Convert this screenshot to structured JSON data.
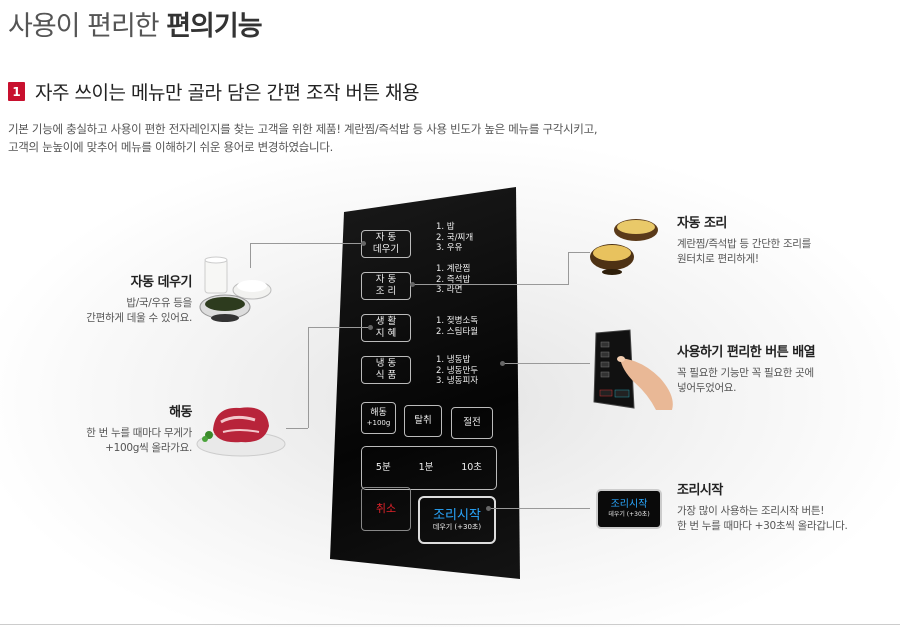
{
  "page": {
    "title_light": "사용이 편리한",
    "title_bold": "편의기능"
  },
  "section": {
    "number": "1",
    "title": "자주 쓰이는 메뉴만 골라 담은 간편 조작 버튼 채용",
    "desc_line1": "기본 기능에 충실하고 사용이 편한 전자레인지를 찾는 고객을 위한 제품! 계란찜/즉석밥 등 사용 빈도가 높은 메뉴를 구각시키고,",
    "desc_line2": "고객의 눈높이에 맞추어 메뉴를 이해하기 쉬운 용어로 변경하였습니다."
  },
  "panel": {
    "auto_reheat": {
      "line1": "자 동",
      "line2": "데우기",
      "items": [
        "1. 밥",
        "2. 국/찌개",
        "3. 우유"
      ]
    },
    "auto_cook": {
      "line1": "자 동",
      "line2": "조 리",
      "items": [
        "1. 계란찜",
        "2. 즉석밥",
        "3. 라면"
      ]
    },
    "life_wisdom": {
      "line1": "생 활",
      "line2": "지 혜",
      "items": [
        "1. 젖병소독",
        "2. 스팀타월"
      ]
    },
    "frozen_food": {
      "line1": "냉 동",
      "line2": "식 품",
      "items": [
        "1. 냉동밥",
        "2. 냉동만두",
        "3. 냉동피자"
      ]
    },
    "defrost": {
      "line1": "해동",
      "line2": "+100g"
    },
    "dehydrate": "탈취",
    "power_save": "절전",
    "time_5min": "5분",
    "time_1min": "1분",
    "time_10sec": "10초",
    "cancel": "취소",
    "start_main": "조리시작",
    "start_sub": "데우기 (+30초)"
  },
  "left_features": [
    {
      "title": "자동 데우기",
      "line1": "밥/국/우유 등을",
      "line2": "간편하게 데울 수 있어요."
    },
    {
      "title": "해동",
      "line1": "한 번 누를 때마다 무게가",
      "line2": "+100g씩 올라가요."
    }
  ],
  "right_features": [
    {
      "title": "자동 조리",
      "line1": "계란찜/즉석밥 등 간단한 조리를",
      "line2": "원터치로 편리하게!"
    },
    {
      "title": "사용하기 편리한 버튼 배열",
      "line1": "꼭 필요한 기능만 꼭 필요한 곳에",
      "line2": "넣어두었어요."
    },
    {
      "title": "조리시작",
      "line1": "가장 많이 사용하는 조리시작 버튼!",
      "line2": "한 번 누를 때마다 +30초씩 올라갑니다."
    }
  ],
  "thumb_start": {
    "main": "조리시작",
    "sub": "데우기 (+30초)"
  },
  "icons": [
    "milk-rice-soup-image",
    "raw-meat-image",
    "steamed-egg-image",
    "finger-pressing-panel-image"
  ],
  "colors": {
    "accent": "#c8102e",
    "panel": "#0a0a0a",
    "start_text": "#2aa8ff",
    "cancel_text": "#e0222a"
  }
}
